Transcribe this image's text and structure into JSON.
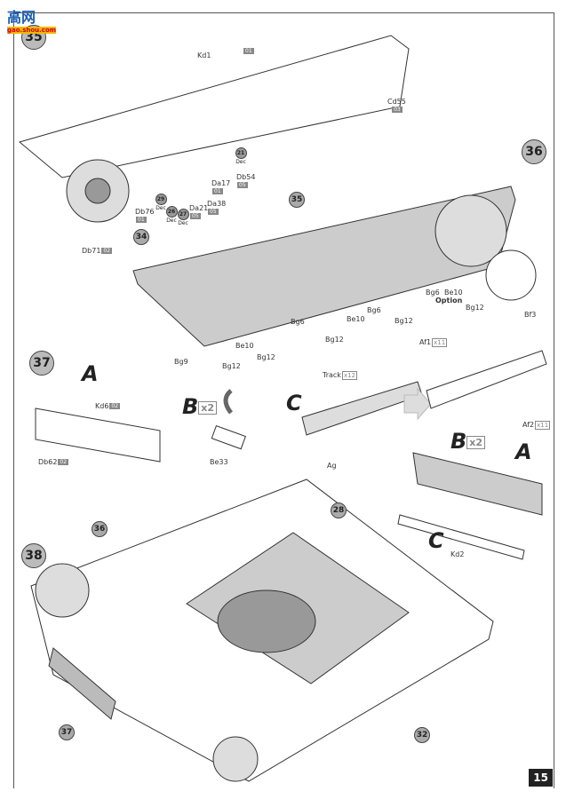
{
  "logo": {
    "text": "高网",
    "url_text": "gao.shou.com"
  },
  "steps": {
    "s35": {
      "number": "35",
      "labels": {
        "kd1": "Kd1",
        "kd1_sprue": "01",
        "cd55": "Cd55",
        "cd55_sprue": "03",
        "db54": "Db54",
        "db54_sprue": "05",
        "da17": "Da17",
        "da17_sprue": "01",
        "da38": "Da38",
        "da38_sprue": "05",
        "da21": "Da21",
        "da21_sprue": "05",
        "db76": "Db76",
        "db76_sprue": "01",
        "db71": "Db71",
        "db71_sprue": "02"
      },
      "decals": [
        "21",
        "29",
        "26",
        "27"
      ],
      "decal_label": "Dec",
      "sub_ref": "34"
    },
    "s36": {
      "number": "36",
      "sub_ref": "35",
      "labels": [
        "Bg6",
        "Be10",
        "Option",
        "Bg12",
        "Bf3",
        "Be10",
        "Bg6",
        "Bg12",
        "Bg6",
        "Be10",
        "Bg12",
        "Bg12",
        "Bg9",
        "Bg12"
      ]
    },
    "s37": {
      "number": "37",
      "a": "A",
      "b": "B",
      "b_mult": "x2",
      "c": "C",
      "kd6": "Kd6",
      "kd6_sprue": "02",
      "db62": "Db62",
      "db62_sprue": "02",
      "be33": "Be33",
      "track": "Track",
      "track_mult": "x12",
      "ag": "Ag",
      "af1": "Af1",
      "af1_mult": "x11",
      "af2": "Af2",
      "af2_mult": "x11",
      "kd2": "Kd2"
    },
    "s38": {
      "number": "38",
      "refs": [
        "36",
        "28",
        "37",
        "32"
      ]
    }
  },
  "page_number": "15",
  "colors": {
    "part_gray": "#c8c8c8",
    "step_circle": "#bbbbbb",
    "sprue_box": "#888888"
  }
}
